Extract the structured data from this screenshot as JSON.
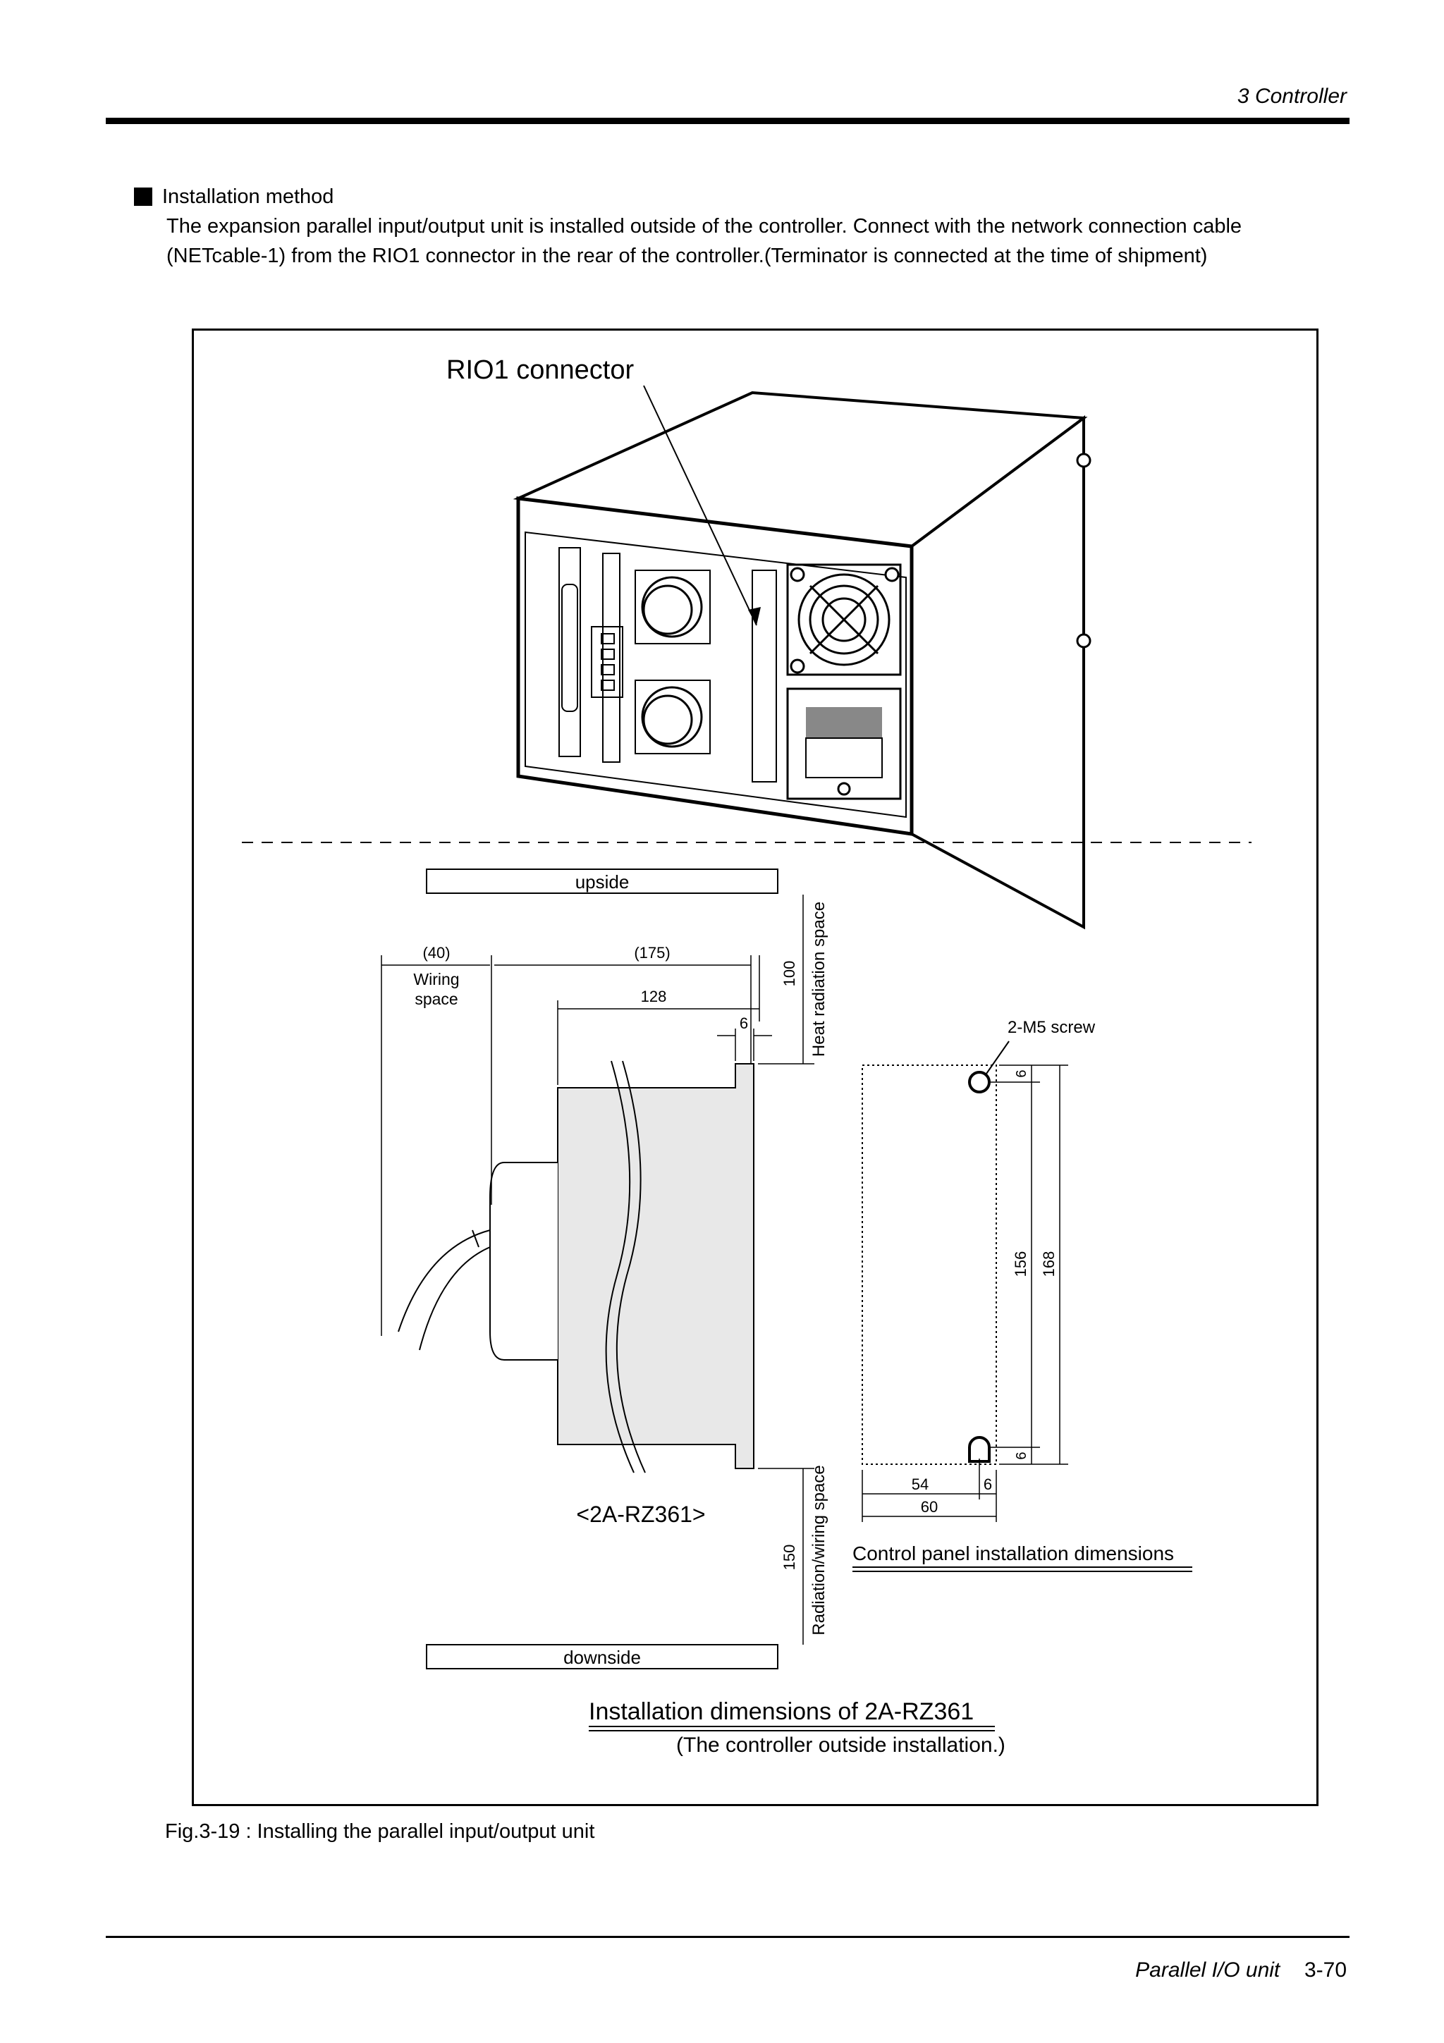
{
  "header": {
    "chapter": "3 Controller"
  },
  "section": {
    "heading": "Installation method",
    "body": "The expansion parallel input/output unit is installed outside of the controller. Connect with the network connection cable (NETcable-1) from the RIO1 connector in the rear of the controller.(Terminator is connected at the time of shipment)"
  },
  "figure": {
    "connector_label": "RIO1 connector",
    "upside_label": "upside",
    "downside_label": "downside",
    "wiring_space_dim": "(40)",
    "wiring_space_label": "Wiring space",
    "outer_depth_dim": "(175)",
    "body_depth_dim": "128",
    "flange_dim": "6",
    "top_clearance_dim": "100",
    "top_clearance_label": "Heat radiation space",
    "bottom_clearance_dim": "150",
    "bottom_clearance_label": "Radiation/wiring space",
    "model_label": "<2A-RZ361>",
    "screw_label": "2-M5 screw",
    "panel_dims": {
      "top_offset": "6",
      "pitch": "156",
      "height": "168",
      "bottom_offset": "6",
      "hole_x": "54",
      "hole_edge": "6",
      "width": "60"
    },
    "panel_caption": "Control panel installation dimensions",
    "main_caption": "Installation dimensions of 2A-RZ361",
    "main_subcaption": "(The controller outside installation.)"
  },
  "caption": "Fig.3-19 : Installing the parallel input/output unit",
  "footer": {
    "section_name": "Parallel I/O unit",
    "page": "3-70"
  }
}
